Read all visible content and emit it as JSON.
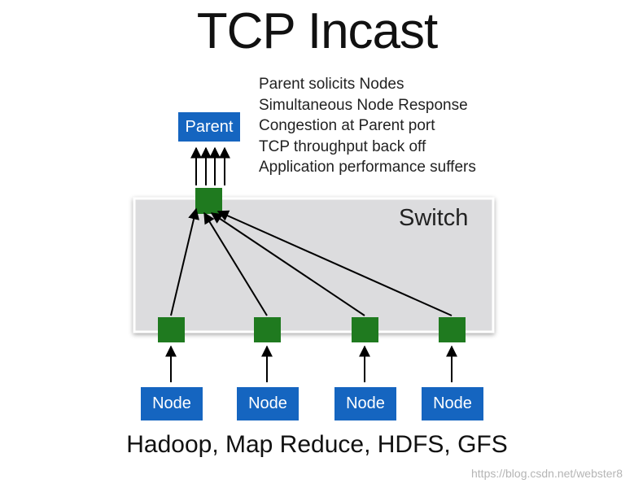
{
  "title": "TCP Incast",
  "bullets": [
    "Parent solicits Nodes",
    "Simultaneous Node Response",
    "Congestion at Parent port",
    "TCP throughput back off",
    "Application performance suffers"
  ],
  "parent_label": "Parent",
  "switch_label": "Switch",
  "node_labels": [
    "Node",
    "Node",
    "Node",
    "Node"
  ],
  "footer": "Hadoop, Map Reduce, HDFS, GFS",
  "watermark": "https://blog.csdn.net/webster8",
  "colors": {
    "node_box": "#1565c0",
    "port_box": "#1f7a1f",
    "switch_fill": "#dcdcde",
    "arrow": "#000000"
  }
}
